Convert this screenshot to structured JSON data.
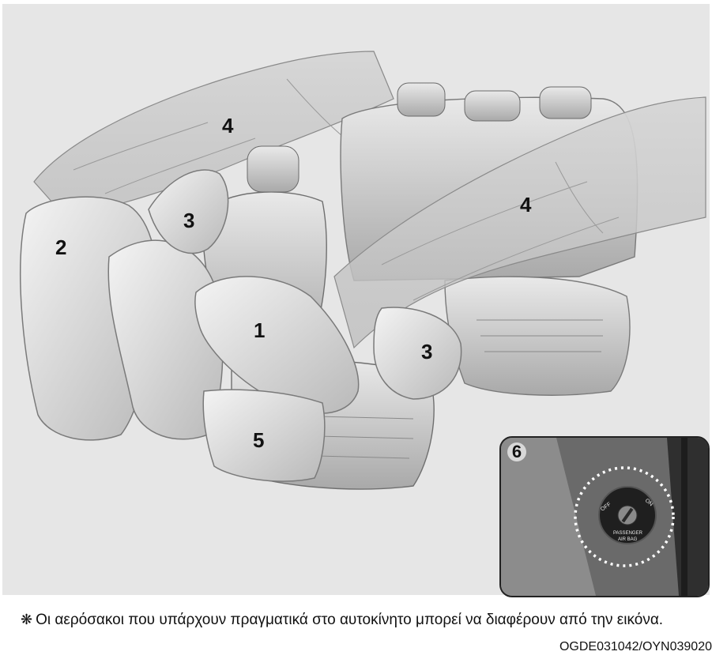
{
  "callouts": {
    "c1": "1",
    "c2": "2",
    "c3_left": "3",
    "c3_right": "3",
    "c4_left": "4",
    "c4_right": "4",
    "c5": "5",
    "c6": "6"
  },
  "inset": {
    "switch_off": "OFF",
    "switch_on": "ON",
    "switch_label_1": "PASSENGER",
    "switch_label_2": "AIR BAG"
  },
  "caption": {
    "mark": "❋",
    "text": "Οι αερόσακοι που υπάρχουν πραγματικά στο αυτοκίνητο μπορεί να διαφέρουν από την εικόνα."
  },
  "figure_code": "OGDE031042/OYN039020"
}
